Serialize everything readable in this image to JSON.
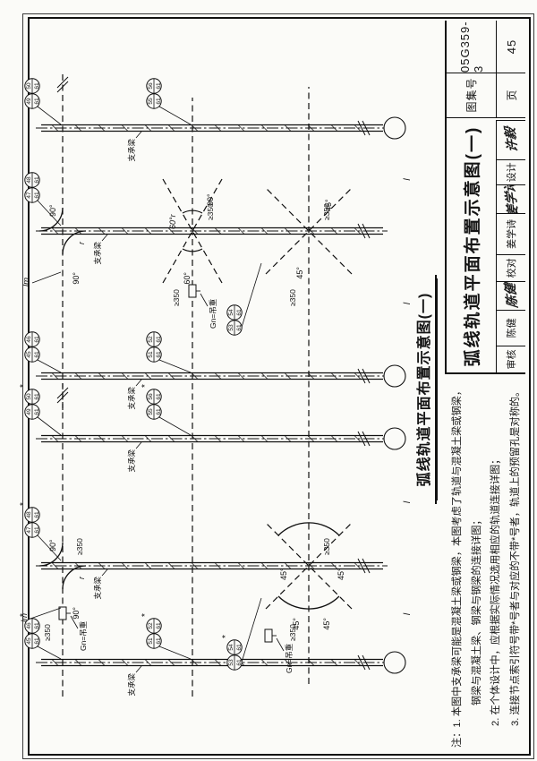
{
  "sheet": {
    "title": "弧线轨道平面布置示意图(一)",
    "atlas_label": "图集号",
    "atlas_no": "05G359-3",
    "page_label": "页",
    "page_no": "45",
    "roles": [
      {
        "label": "审核",
        "name": "陈健",
        "signature": "陈健"
      },
      {
        "label": "校对",
        "name": "姜学诗",
        "signature": "姜学诗"
      },
      {
        "label": "设计",
        "name": "许毅",
        "signature": "许毅"
      }
    ]
  },
  "caption": "弧线轨道平面布置示意图(一)",
  "notes": [
    "注：1. 本图中支承梁可能是混凝土梁或钢梁，本图考虑了轨道与混凝土梁或钢梁，",
    "钢梁与混凝土梁、钢梁与钢梁的连接详图；",
    "2. 在个体设计中，应根据实际情况选用相应的轨道连接详图；",
    "3. 连接节点索引符号带*号者与对应的不带*号者，轨道上的预留孔是对称的。"
  ],
  "drawing": {
    "labels": {
      "beam": "支承梁",
      "dim_min": "≥350",
      "hoist": "Gn=吊重",
      "span": "l",
      "length": "lm",
      "deg90": "90°",
      "deg60": "60°",
      "deg60r": "60°r",
      "deg45": "45°",
      "radius": "r",
      "star": "*",
      "detail_sheet": "61"
    },
    "diagrams": [
      {
        "id": "right",
        "beams": [
          430,
          592,
          707
        ],
        "node_types": [
          "90",
          "60",
          "45"
        ],
        "starred": false,
        "bubble_pairs": [
          [
            "45",
            "46"
          ],
          [
            "47",
            "48"
          ],
          [
            "49",
            "50"
          ],
          [
            "51",
            "52"
          ],
          [
            "53",
            "54"
          ],
          [
            "55",
            "56"
          ]
        ]
      },
      {
        "id": "left",
        "beams": [
          110,
          218,
          360
        ],
        "node_types": [
          "90",
          "plain",
          "45fan"
        ],
        "starred": true,
        "bubble_pairs": [
          [
            "45",
            "46"
          ],
          [
            "47",
            "48"
          ],
          [
            "49",
            "50"
          ],
          [
            "51",
            "52"
          ],
          [
            "53",
            "54"
          ],
          [
            "55",
            "56"
          ]
        ]
      }
    ]
  }
}
